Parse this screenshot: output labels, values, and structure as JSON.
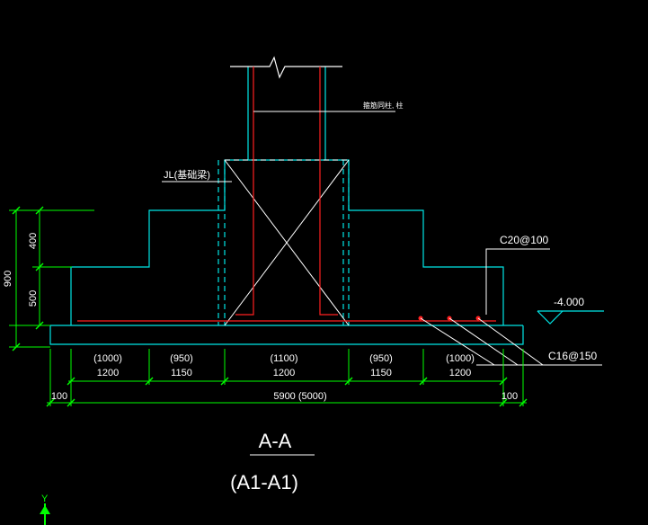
{
  "colors": {
    "background": "#000000",
    "concrete_outline": "#00e5e5",
    "rebar": "#ff2020",
    "dimension": "#00ff00",
    "leader": "#ffffff",
    "axis_icon": "#00ff00"
  },
  "labels": {
    "column_note": "箍筋同柱, 柱",
    "beam_label": "JL(基础梁)",
    "top_rebar": "C20@100",
    "bottom_rebar": "C16@150",
    "elevation": "-4.000",
    "section_title": "A-A",
    "section_subtitle": "(A1-A1)",
    "axis_y": "Y"
  },
  "dimensions": {
    "vertical_total": "900",
    "vertical_upper": "400",
    "vertical_lower": "500",
    "bottom_segments": [
      {
        "paren": "(1000)",
        "value": "1200"
      },
      {
        "paren": "(950)",
        "value": "1150"
      },
      {
        "paren": "(1100)",
        "value": "1200"
      },
      {
        "paren": "(950)",
        "value": "1150"
      },
      {
        "paren": "(1000)",
        "value": "1200"
      }
    ],
    "edge_left": "100",
    "edge_right": "100",
    "total": "5900 (5000)"
  }
}
